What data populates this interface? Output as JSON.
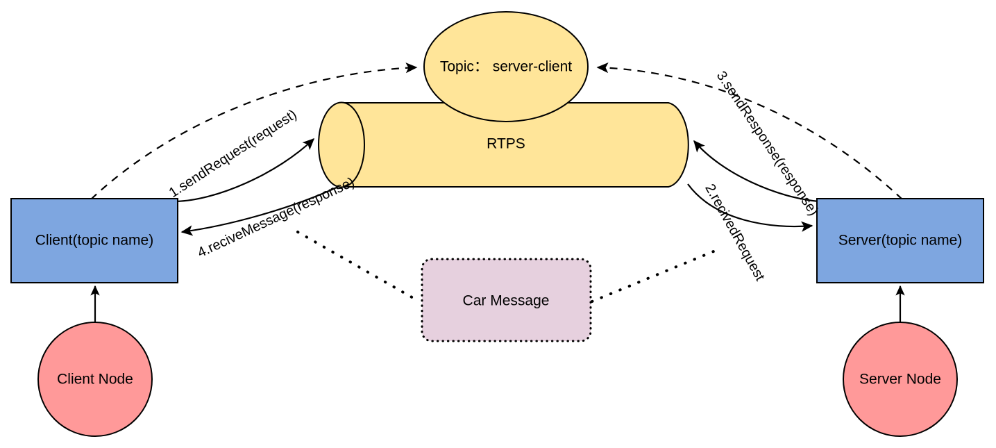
{
  "diagram": {
    "type": "architecture-sequence-diagram",
    "colors": {
      "node_blue": "#7EA6E0",
      "node_pink": "#FF9999",
      "middleware_yellow": "#FFE599",
      "message_lavender": "#E6D0DE",
      "stroke": "#000000"
    },
    "nodes": {
      "client_box": {
        "label": "Client(topic name)",
        "shape": "rectangle",
        "fill": "#7EA6E0"
      },
      "server_box": {
        "label": "Server(topic name)",
        "shape": "rectangle",
        "fill": "#7EA6E0"
      },
      "client_node": {
        "label": "Client Node",
        "shape": "ellipse",
        "fill": "#FF9999"
      },
      "server_node": {
        "label": "Server Node",
        "shape": "ellipse",
        "fill": "#FF9999"
      },
      "topic": {
        "label": "Topic：  server-client",
        "shape": "ellipse",
        "fill": "#FFE599"
      },
      "rtps": {
        "label": "RTPS",
        "shape": "cylinder",
        "fill": "#FFE599"
      },
      "car_message": {
        "label": "Car Message",
        "shape": "rounded-rectangle-dotted",
        "fill": "#E6D0DE"
      }
    },
    "edges": [
      {
        "id": "e1",
        "label": "1.sendRequest(request)",
        "style": "solid",
        "from": "client_box",
        "to": "rtps"
      },
      {
        "id": "e2",
        "label": "2.recivedRequest",
        "style": "solid",
        "from": "rtps",
        "to": "server_box"
      },
      {
        "id": "e3",
        "label": "3.sendResponse(response)",
        "style": "solid",
        "from": "server_box",
        "to": "rtps"
      },
      {
        "id": "e4",
        "label": "4.reciveMessage(response)",
        "style": "solid",
        "from": "rtps",
        "to": "client_box"
      },
      {
        "id": "e5",
        "label": "",
        "style": "dashed",
        "from": "client_box",
        "to": "topic"
      },
      {
        "id": "e6",
        "label": "",
        "style": "dashed",
        "from": "server_box",
        "to": "topic"
      },
      {
        "id": "e7",
        "label": "",
        "style": "dotted",
        "from": "client_box",
        "to": "car_message"
      },
      {
        "id": "e8",
        "label": "",
        "style": "dotted",
        "from": "car_message",
        "to": "server_box"
      },
      {
        "id": "e9",
        "label": "",
        "style": "solid",
        "from": "client_node",
        "to": "client_box"
      },
      {
        "id": "e10",
        "label": "",
        "style": "solid",
        "from": "server_node",
        "to": "server_box"
      }
    ]
  }
}
